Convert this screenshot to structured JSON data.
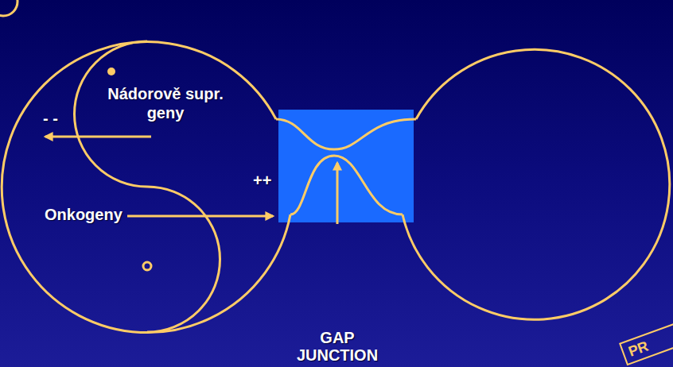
{
  "diagram": {
    "nodes": [
      {
        "text": [
          "Nádorově supr. geny",
          "Onkogeny"
        ]
      }
    ],
    "labels": [
      "- -",
      "++",
      "GAP JUNCTION",
      "PR"
    ]
  }
}
